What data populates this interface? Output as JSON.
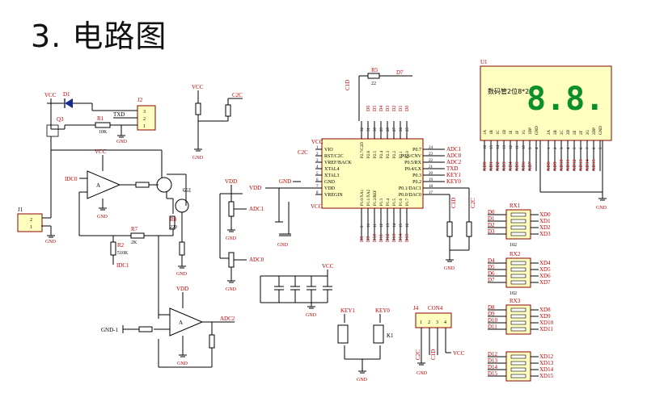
{
  "heading": "3. 电路图",
  "power": {
    "vcc": "VCC",
    "vdd": "VDD",
    "gnd": "GND"
  },
  "refs": {
    "d1": "D1",
    "q3": "Q3",
    "r1": "R1",
    "r1_val": "10K",
    "j2": "J2",
    "txd": "TXD",
    "j1": "J1",
    "idc0": "IDC0",
    "amp_a": "A",
    "q_661": "661",
    "r8": "R8",
    "r8_val": "220",
    "r7": "R7",
    "r7_val": "2K",
    "r2": "R2",
    "r2_val": "510K",
    "idc1": "IDC1",
    "gnd1": "GND-1",
    "adc2": "ADC2",
    "c2c": "C2C",
    "r5": "R5",
    "r5_val": "22",
    "d7": "D7",
    "c1d": "C1D",
    "adc1": "ADC1",
    "adc0": "ADC0",
    "key1": "KEY1",
    "key0": "KEY0",
    "k1": "K1",
    "j4": "J4",
    "con4": "CON4",
    "u1": "U1",
    "disp_label": "数码管2位8*2",
    "disp_digits": "8.8."
  },
  "j2_pins": [
    "3",
    "2",
    "1"
  ],
  "j1_pins": [
    "2",
    "1"
  ],
  "j4_pins": [
    "1",
    "2",
    "3",
    "4"
  ],
  "j4_nets": [
    "C2C",
    "C1D",
    "VCC"
  ],
  "mcu": {
    "left_pins": [
      {
        "num": "1",
        "name": "VIO"
      },
      {
        "num": "2",
        "name": "RST/C2C"
      },
      {
        "num": "3",
        "name": "VREF/BACK"
      },
      {
        "num": "4",
        "name": "XTAL4"
      },
      {
        "num": "5",
        "name": "XTAL3"
      },
      {
        "num": "6",
        "name": "GND"
      },
      {
        "num": "7",
        "name": "VDD"
      },
      {
        "num": "8",
        "name": "VREGIN"
      }
    ],
    "right_pins": [
      {
        "num": "24",
        "name": "P0.7",
        "net": "ADC1"
      },
      {
        "num": "23",
        "name": "P0.6/CNV",
        "net": "ADC0"
      },
      {
        "num": "22",
        "name": "P0.5/RX",
        "net": "ADC2"
      },
      {
        "num": "21",
        "name": "P0.4/LX",
        "net": "TXD"
      },
      {
        "num": "20",
        "name": "P0.3",
        "net": "KEY1"
      },
      {
        "num": "19",
        "name": "P0.2",
        "net": "KEY0"
      },
      {
        "num": "18",
        "name": "P0.1/DAC1",
        "net": ""
      },
      {
        "num": "17",
        "name": "P0.0/DAC0",
        "net": ""
      }
    ],
    "top_pins": [
      "32",
      "31",
      "30",
      "29",
      "28",
      "27",
      "26",
      "25"
    ],
    "top_names": [
      "P2.7/C2D",
      "P2.6",
      "P2.5",
      "P2.4",
      "P2.3",
      "P2.2",
      "P2.1",
      "P2.0"
    ],
    "top_nets": [
      "D6",
      "D5",
      "D4",
      "D3",
      "D2",
      "D1",
      "D0"
    ],
    "bottom_pins": [
      "9",
      "10",
      "11",
      "12",
      "13",
      "14",
      "15",
      "16"
    ],
    "bottom_names": [
      "P1.0/XA1",
      "P1.1/XA2",
      "P1.2/REF",
      "P1.3",
      "P1.4",
      "P1.5",
      "P1.6",
      "P1.7"
    ],
    "bottom_nets": [
      "D8",
      "D9",
      "D10",
      "D11",
      "D12",
      "D13",
      "D14",
      "D15"
    ]
  },
  "display": {
    "top_pins": [
      "16",
      "15",
      "14",
      "13",
      "12",
      "11",
      "10",
      "9",
      "4",
      "1",
      "2",
      "3",
      "4",
      "5",
      "6",
      "7",
      "8",
      "5"
    ],
    "top_names": [
      "1A",
      "1B",
      "1C",
      "1D",
      "1E",
      "1F",
      "1G",
      "1DP",
      "GND",
      "2A",
      "2B",
      "2C",
      "2D",
      "2E",
      "2F",
      "2G",
      "2DP",
      "GND"
    ],
    "nets_left": [
      "XD0",
      "XD1",
      "XD2",
      "XD3",
      "XD4",
      "XD5",
      "XD6",
      "XD7"
    ],
    "nets_right": [
      "XD8",
      "XD9",
      "XD10",
      "XD11",
      "XD12",
      "XD13",
      "XD14",
      "XD15"
    ]
  },
  "rx_blocks": [
    {
      "name": "RX1",
      "val": "102",
      "ins": [
        "D0",
        "D1",
        "D2",
        "D3"
      ],
      "outs": [
        "XD0",
        "XD1",
        "XD2",
        "XD3"
      ]
    },
    {
      "name": "RX2",
      "val": "102",
      "ins": [
        "D4",
        "D5",
        "D6",
        "D7"
      ],
      "outs": [
        "XD4",
        "XD5",
        "XD6",
        "XD7"
      ]
    },
    {
      "name": "RX3",
      "val": "",
      "ins": [
        "D8",
        "D9",
        "D10",
        "D11"
      ],
      "outs": [
        "XD8",
        "XD9",
        "XD10",
        "XD11"
      ]
    },
    {
      "name": "",
      "val": "",
      "ins": [
        "D12",
        "D13",
        "D14",
        "D15"
      ],
      "outs": [
        "XD12",
        "XD13",
        "XD14",
        "XD15"
      ]
    }
  ]
}
